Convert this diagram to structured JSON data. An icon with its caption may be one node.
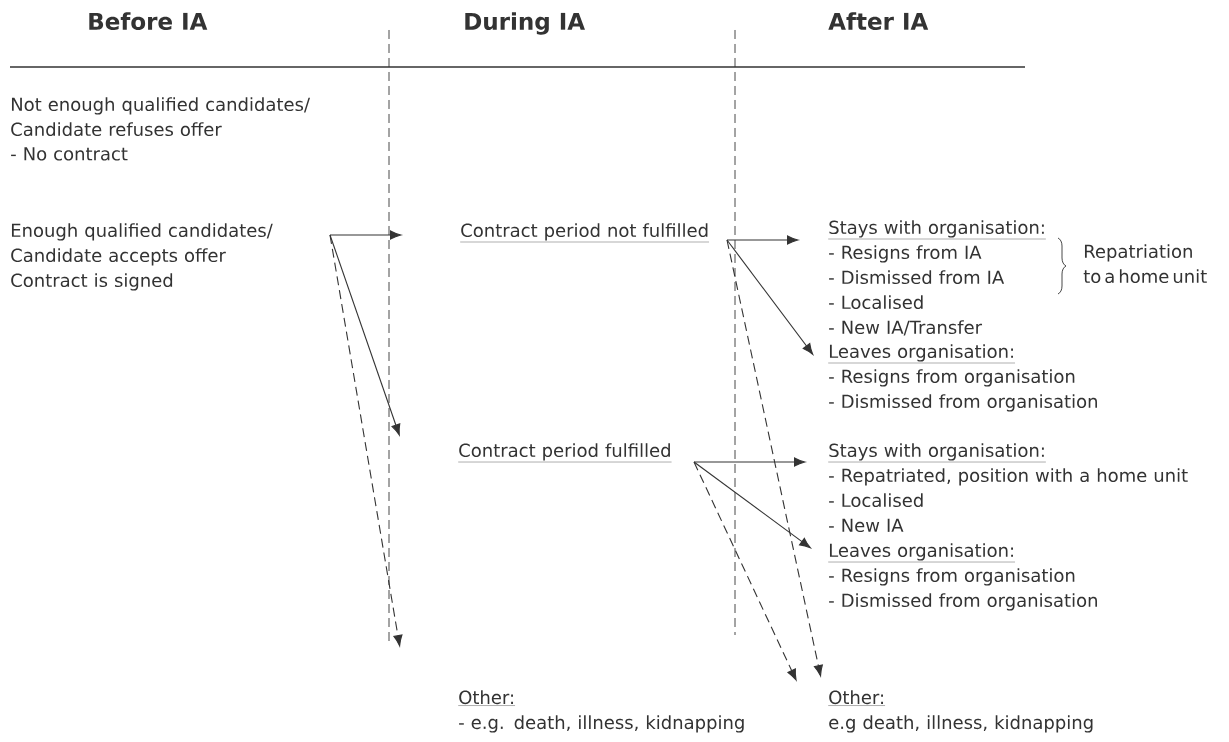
{
  "diagram": {
    "nodes": [
      {
        "text": [
          "Enough qualified candidates/ Candidate accepts offer",
          "Contract is signed"
        ]
      },
      {
        "text": [
          "Contract period not fulfilled"
        ]
      },
      {
        "text": [
          "Stays with organisation:",
          "- Resigns from IA",
          "- Dismissed from IA",
          "- Localised",
          "- New IA/Transfer"
        ]
      },
      {
        "text": [
          "Leaves organisation:",
          "- Resigns from organisation",
          "- Dismissed from organisation"
        ]
      },
      {
        "text": [
          "Contract period fulfilled"
        ]
      },
      {
        "text": [
          "Stays with organisation:",
          "- Repatriated, position with a home unit",
          "- Localised",
          "- New IA"
        ]
      },
      {
        "text": [
          "Leaves organisation:",
          "- Resigns from organisation",
          "- Dismissed from organisation"
        ]
      },
      {
        "text": [
          "Other:",
          "- e.g. death, illness, kidnapping"
        ]
      },
      {
        "text": [
          "Other:",
          "e.g death, illness, kidnapping"
        ]
      }
    ],
    "edges": [
      {
        "from": 0,
        "to": 1,
        "arrow": "to"
      },
      {
        "from": 0,
        "to": 4,
        "arrow": "to"
      },
      {
        "from": 0,
        "to": 7,
        "arrow": "to",
        "style": "dashed"
      },
      {
        "from": 1,
        "to": 2,
        "arrow": "to"
      },
      {
        "from": 1,
        "to": 3,
        "arrow": "to"
      },
      {
        "from": 1,
        "to": 8,
        "arrow": "to",
        "style": "dashed"
      },
      {
        "from": 4,
        "to": 5,
        "arrow": "to"
      },
      {
        "from": 4,
        "to": 6,
        "arrow": "to"
      },
      {
        "from": 4,
        "to": 8,
        "arrow": "to",
        "style": "dashed"
      }
    ],
    "labels": [
      "Before IA",
      "During IA",
      "After IA",
      "Not enough qualified candidates/ Candidate refuses offer",
      "- No contract",
      "Repatriation to a home unit"
    ]
  }
}
